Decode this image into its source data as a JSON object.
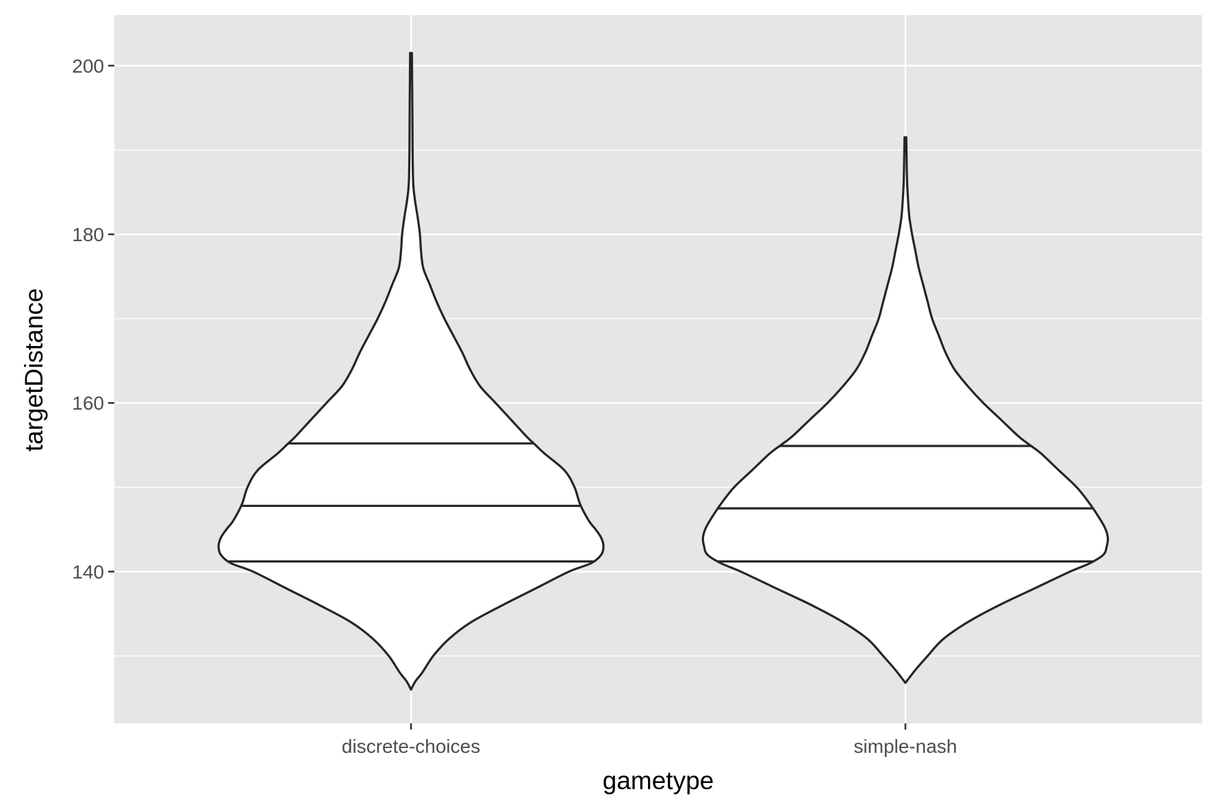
{
  "chart_data": {
    "type": "violin",
    "xlabel": "gametype",
    "ylabel": "targetDistance",
    "categories": [
      "discrete-choices",
      "simple-nash"
    ],
    "ylim": [
      122,
      206
    ],
    "yticks": [
      140,
      160,
      180,
      200
    ],
    "grid": true,
    "colors": {
      "panel": "#e6e6e6",
      "grid": "#ffffff",
      "fill": "#ffffff",
      "outline": "#262626",
      "tick_text": "#4d4d4d",
      "title_text": "#000000"
    },
    "series": [
      {
        "category": "discrete-choices",
        "quantiles": {
          "q25": 141.2,
          "median": 147.8,
          "q75": 155.2
        },
        "density": [
          [
            126,
            0.0
          ],
          [
            127,
            0.02
          ],
          [
            128,
            0.05
          ],
          [
            130,
            0.1
          ],
          [
            132,
            0.17
          ],
          [
            134,
            0.27
          ],
          [
            136,
            0.41
          ],
          [
            138,
            0.56
          ],
          [
            140,
            0.71
          ],
          [
            141,
            0.81
          ],
          [
            142,
            0.855
          ],
          [
            143,
            0.865
          ],
          [
            144,
            0.855
          ],
          [
            145,
            0.83
          ],
          [
            146,
            0.8
          ],
          [
            148,
            0.76
          ],
          [
            150,
            0.735
          ],
          [
            152,
            0.69
          ],
          [
            154,
            0.6
          ],
          [
            155,
            0.56
          ],
          [
            156,
            0.52
          ],
          [
            158,
            0.45
          ],
          [
            160,
            0.38
          ],
          [
            162,
            0.31
          ],
          [
            164,
            0.265
          ],
          [
            166,
            0.23
          ],
          [
            168,
            0.19
          ],
          [
            170,
            0.15
          ],
          [
            172,
            0.115
          ],
          [
            174,
            0.085
          ],
          [
            176,
            0.055
          ],
          [
            178,
            0.045
          ],
          [
            180,
            0.04
          ],
          [
            182,
            0.03
          ],
          [
            184,
            0.018
          ],
          [
            186,
            0.01
          ],
          [
            190,
            0.007
          ],
          [
            195,
            0.006
          ],
          [
            201.5,
            0.004
          ]
        ]
      },
      {
        "category": "simple-nash",
        "quantiles": {
          "q25": 141.2,
          "median": 147.5,
          "q75": 154.9
        },
        "density": [
          [
            126.8,
            0.0
          ],
          [
            127.5,
            0.02
          ],
          [
            128.5,
            0.05
          ],
          [
            130,
            0.1
          ],
          [
            132,
            0.17
          ],
          [
            134,
            0.28
          ],
          [
            136,
            0.42
          ],
          [
            138,
            0.58
          ],
          [
            140,
            0.74
          ],
          [
            141,
            0.83
          ],
          [
            142,
            0.89
          ],
          [
            143,
            0.905
          ],
          [
            144,
            0.91
          ],
          [
            145,
            0.9
          ],
          [
            146,
            0.88
          ],
          [
            148,
            0.83
          ],
          [
            150,
            0.77
          ],
          [
            152,
            0.69
          ],
          [
            154,
            0.61
          ],
          [
            155,
            0.56
          ],
          [
            156,
            0.51
          ],
          [
            158,
            0.43
          ],
          [
            160,
            0.35
          ],
          [
            162,
            0.28
          ],
          [
            164,
            0.22
          ],
          [
            166,
            0.18
          ],
          [
            168,
            0.15
          ],
          [
            170,
            0.12
          ],
          [
            172,
            0.1
          ],
          [
            174,
            0.08
          ],
          [
            176,
            0.06
          ],
          [
            178,
            0.045
          ],
          [
            180,
            0.03
          ],
          [
            182,
            0.018
          ],
          [
            184,
            0.012
          ],
          [
            186,
            0.008
          ],
          [
            188,
            0.006
          ],
          [
            191.5,
            0.004
          ]
        ]
      }
    ]
  }
}
